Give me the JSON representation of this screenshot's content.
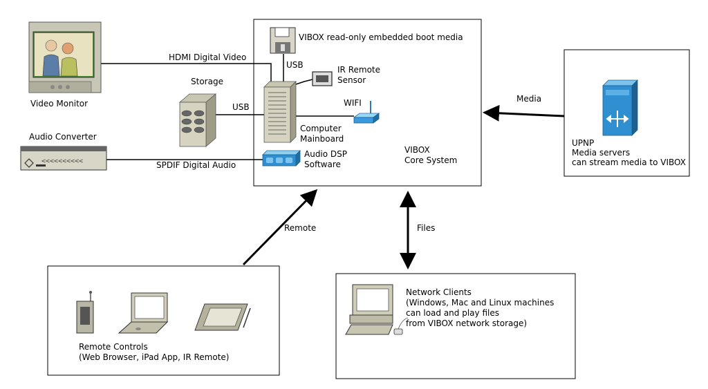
{
  "devices": {
    "video_monitor": "Video Monitor",
    "audio_converter": "Audio Converter",
    "storage": "Storage",
    "boot_media": "VIBOX read-only embedded boot media",
    "ir_sensor": [
      "IR Remote",
      "Sensor"
    ],
    "wifi": "WIFI",
    "mainboard": [
      "Computer",
      "Mainboard"
    ],
    "dsp": [
      "Audio DSP",
      "Software"
    ],
    "core": [
      "VIBOX",
      "Core System"
    ]
  },
  "links": {
    "hdmi": "HDMI Digital Video",
    "usb_boot": "USB",
    "usb_storage": "USB",
    "spdif": "SPDIF Digital Audio",
    "media": "Media",
    "remote": "Remote",
    "files": "Files"
  },
  "upnp": [
    "UPNP",
    "Media servers",
    "can stream media to VIBOX"
  ],
  "remote_controls": [
    "Remote Controls",
    "(Web Browser, iPad App, IR Remote)"
  ],
  "network_clients": [
    "Network Clients",
    "(Windows, Mac and Linux machines",
    "can load and play files",
    "from VIBOX network storage)"
  ]
}
